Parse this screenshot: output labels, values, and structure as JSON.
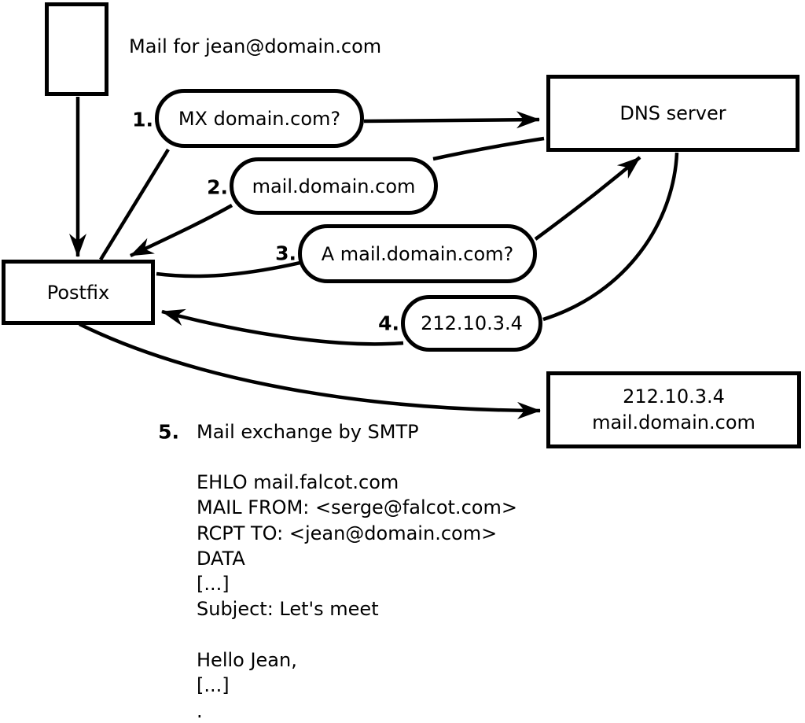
{
  "diagram": {
    "title_note": "Mail for jean@domain.com",
    "nodes": {
      "postfix": "Postfix",
      "dns_server": "DNS server",
      "mail_server_line1": "212.10.3.4",
      "mail_server_line2": "mail.domain.com"
    },
    "steps": [
      {
        "num": "1.",
        "label": "MX domain.com?"
      },
      {
        "num": "2.",
        "label": "mail.domain.com"
      },
      {
        "num": "3.",
        "label": "A mail.domain.com?"
      },
      {
        "num": "4.",
        "label": "212.10.3.4"
      },
      {
        "num": "5.",
        "label": "Mail exchange by SMTP"
      }
    ],
    "smtp": {
      "lines": [
        "EHLO mail.falcot.com",
        "MAIL FROM: <serge@falcot.com>",
        "RCPT TO: <jean@domain.com>",
        "DATA",
        "[...]",
        "Subject: Let's meet",
        "",
        "Hello Jean,",
        "[...]",
        "."
      ]
    },
    "colors": {
      "stroke": "#000000",
      "background": "#ffffff"
    }
  }
}
